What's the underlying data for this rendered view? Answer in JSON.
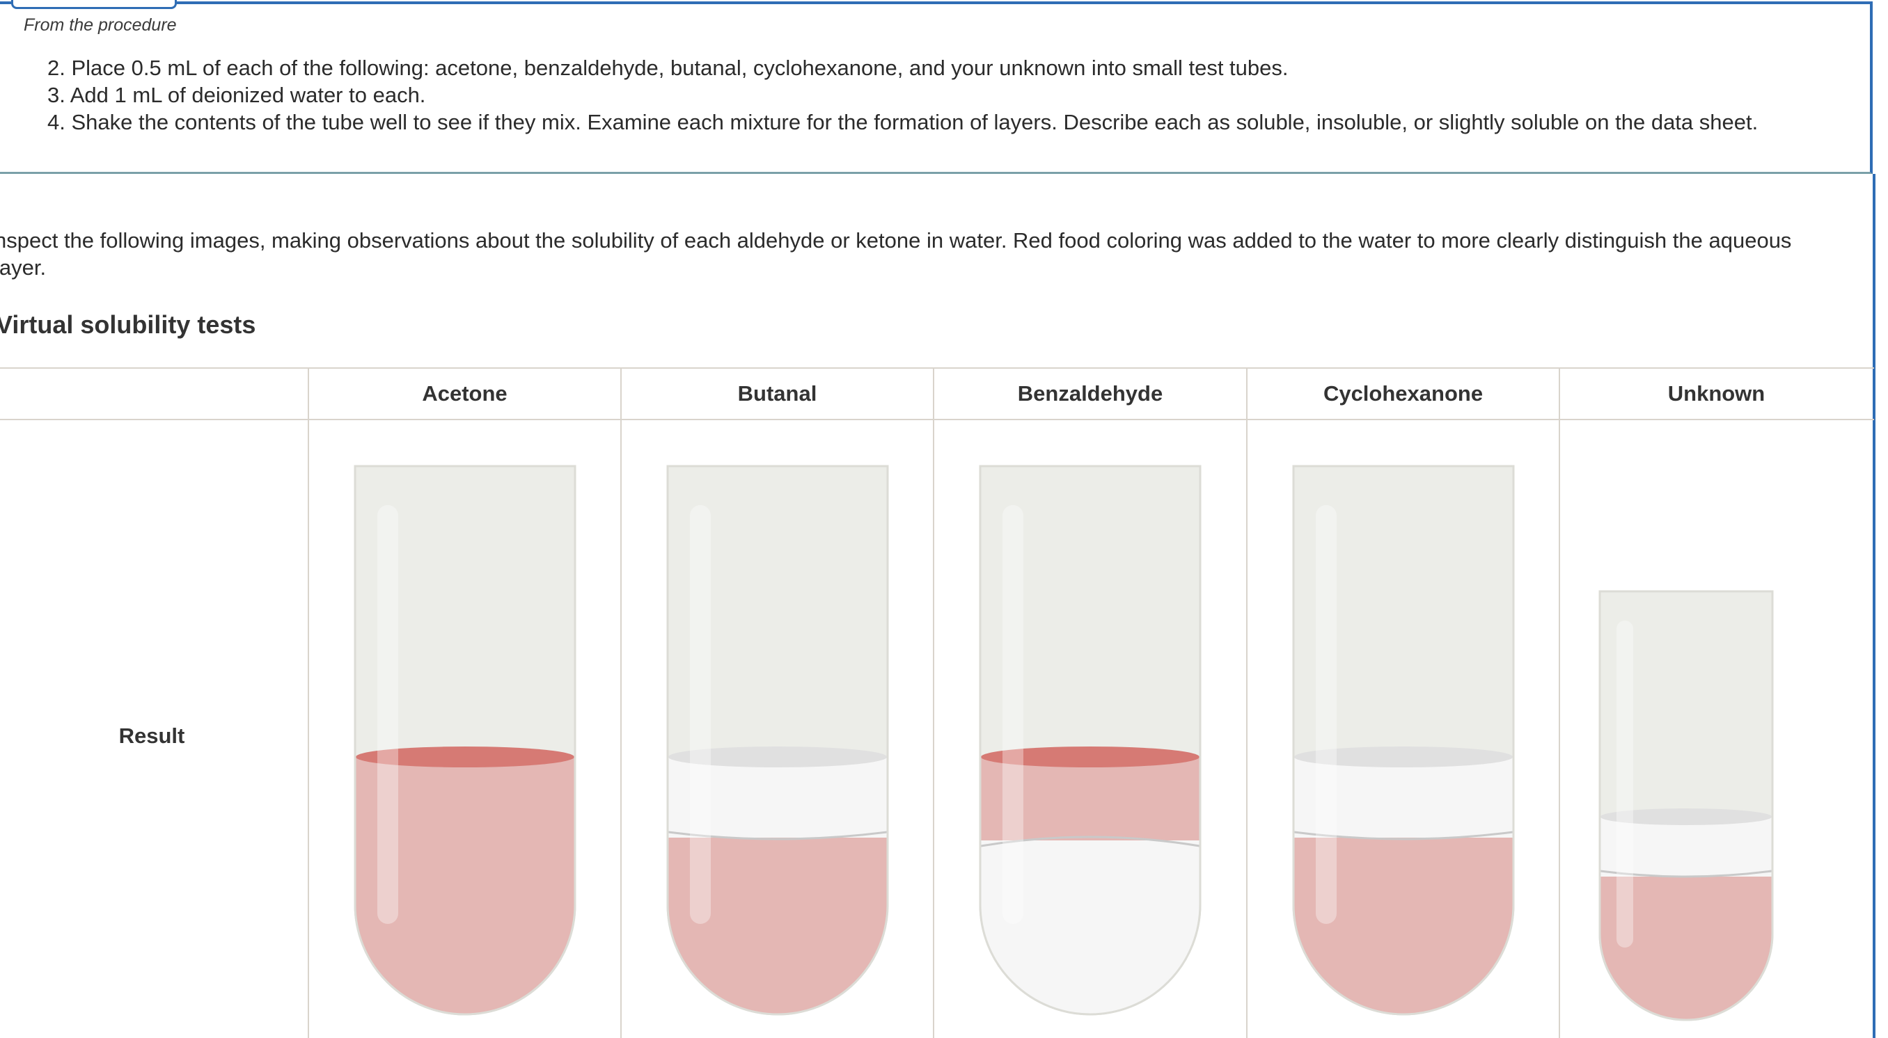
{
  "procedure": {
    "label": "From the procedure",
    "steps": [
      "2. Place 0.5 mL of each of the following: acetone, benzaldehyde, butanal, cyclohexanone, and your unknown into small test tubes.",
      "3. Add 1 mL of deionized water to each.",
      "4. Shake the contents of the tube well to see if they mix. Examine each mixture for the formation of layers. Describe each as soluble, insoluble, or slightly soluble on the data sheet."
    ]
  },
  "intro_text": "nspect the following images, making observations about the solubility of each aldehyde or ketone in water. Red food coloring was added to the water to more clearly distinguish the aqueous layer.",
  "section_title": "Virtual solubility tests",
  "table": {
    "columns": [
      "Acetone",
      "Butanal",
      "Benzaldehyde",
      "Cyclohexanone",
      "Unknown"
    ],
    "row_label": "Result"
  },
  "tubes": [
    {
      "icon": "test-tube-acetone-icon",
      "layers": "single aqueous layer (soluble)"
    },
    {
      "icon": "test-tube-butanal-icon",
      "layers": "organic layer on top of aqueous layer"
    },
    {
      "icon": "test-tube-benzaldehyde-icon",
      "layers": "aqueous layer on top of organic layer"
    },
    {
      "icon": "test-tube-cyclohexanone-icon",
      "layers": "organic layer on top of aqueous layer"
    },
    {
      "icon": "test-tube-unknown-icon",
      "layers": "organic layer on top of aqueous layer"
    }
  ],
  "colors": {
    "accent_blue": "#2f6db5",
    "aqueous_pink": "#e4b7b4",
    "aqueous_surface": "#d67a74",
    "organic_white": "#f6f6f6",
    "glass": "#ecede8"
  }
}
